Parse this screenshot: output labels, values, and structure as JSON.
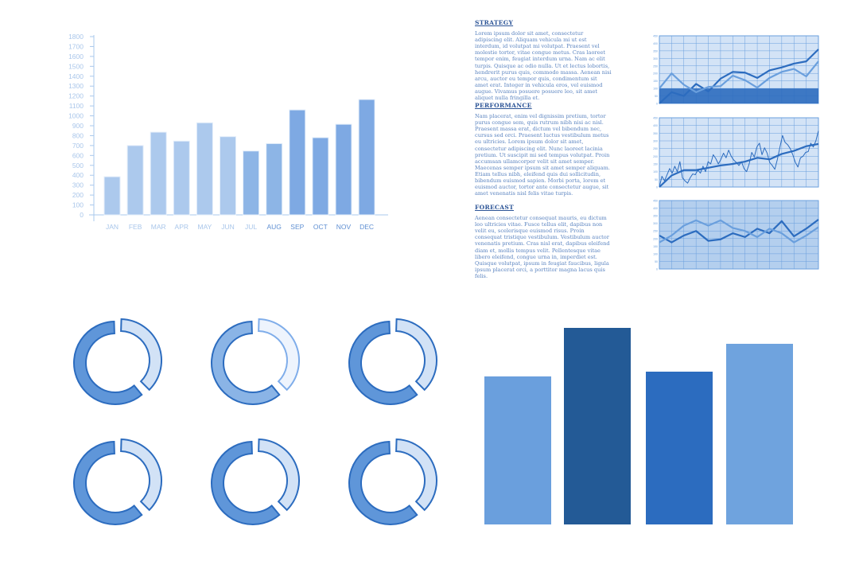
{
  "colors": {
    "light": "#aac8ec",
    "mid": "#6a9fdd",
    "dark": "#2c6cbf",
    "navy": "#235a96",
    "grid": "#6a9fdd",
    "bg": "#d3e3f6",
    "text": "#5b84c0",
    "heading": "#2d5597"
  },
  "text_blocks": [
    {
      "heading": "STRATEGY",
      "body": "Lorem ipsum dolor sit amet, consectetur adipiscing elit. Aliquam vehicula mi ut est interdum, id volutpat mi volutpat. Praesent vel molestie tortor, vitae congue metus. Cras laoreet tempor enim, feugiat interdum urna. Nam ac elit turpis. Quisque ac odio nulla. Ut et lectus lobortis, hendrerit purus quis, commodo massa. Aenean nisi arcu, auctor eu tempor quis, condimentum sit amet erat. Integer in vehicula eros, vel euismod augue. Vivamus posuere posuere leo, sit amet aliquet nulla fringilla et."
    },
    {
      "heading": "PERFORMANCE",
      "body": "Nam placerat, enim vel dignissim pretium, tortor purus congue sem, quis rutrum nibh nisi ac nisl. Praesent massa erat, dictum vel bibendum nec, cursus sed orci. Praesent luctus vestibulum metus eu ultricies. Lorem ipsum dolor sit amet, consectetur adipiscing elit. Nunc laoreet lacinia pretium. Ut suscipit mi sed tempus volutpat. Proin accumsan ullamcorper velit sit amet semper. Maecenas semper ipsum sit amet semper aliquam. Etiam tellus nibh, eleifend quis dui sollicitudin, bibendum euismod sapien. Morbi porta, lorem et euismod auctor, tortor ante consectetur augue, sit amet venenatis nisl felis vitae turpis."
    },
    {
      "heading": "FORECAST",
      "body": "Aenean consectetur consequat mauris, eu dictum leo ultricies vitae. Fusce tellus elit, dapibus non velit eu, scelerisque euismod risus. Proin consequat tristique vestibulum. Vestibulum auctor venenatis pretium. Cras nisl erat, dapibus eleifend diam et, mollis tempus velit. Pellentesque vitae libero eleifend, congue urna in, imperdiet est. Quisque volutpat, ipsum in feugiat faucibus, ligula ipsum placerat orci, a porttitor magna lacus quis felis."
    }
  ],
  "chart_data": [
    {
      "type": "bar",
      "categories": [
        "JAN",
        "FEB",
        "MAR",
        "APR",
        "MAY",
        "JUN",
        "JUL",
        "AUG",
        "SEP",
        "OCT",
        "NOV",
        "DEC"
      ],
      "values": [
        385,
        700,
        835,
        745,
        930,
        790,
        645,
        720,
        1060,
        780,
        915,
        1165
      ],
      "yticks": [
        0,
        100,
        200,
        300,
        400,
        500,
        600,
        700,
        800,
        900,
        1000,
        1100,
        1200,
        1300,
        1400,
        1500,
        1600,
        1700,
        1800
      ],
      "ylim": [
        0,
        1800
      ],
      "grid": false
    },
    {
      "type": "line",
      "ylim": [
        0,
        450
      ],
      "yticks": [
        0,
        50,
        100,
        150,
        200,
        250,
        300,
        350,
        400,
        450
      ],
      "grid": true,
      "band": [
        0,
        100
      ],
      "series": [
        {
          "values": [
            0,
            75,
            50,
            130,
            80,
            165,
            210,
            205,
            170,
            220,
            240,
            265,
            280,
            360
          ]
        },
        {
          "values": [
            100,
            200,
            125,
            75,
            110,
            115,
            185,
            155,
            105,
            170,
            210,
            230,
            180,
            280
          ]
        }
      ]
    },
    {
      "type": "line",
      "ylim": [
        0,
        450
      ],
      "yticks": [
        0,
        50,
        100,
        150,
        200,
        250,
        300,
        350,
        400,
        450
      ],
      "grid": true,
      "series": [
        {
          "values": [
            0,
            75,
            110,
            110,
            125,
            140,
            150,
            165,
            190,
            180,
            215,
            235,
            265,
            280
          ]
        },
        {
          "values": [
            0,
            70,
            40,
            80,
            120,
            90,
            135,
            100,
            165,
            60,
            40,
            25,
            60,
            85,
            80,
            110,
            90,
            135,
            100,
            165,
            150,
            210,
            185,
            150,
            180,
            220,
            190,
            240,
            200,
            175,
            160,
            140,
            165,
            120,
            100,
            150,
            225,
            195,
            260,
            285,
            210,
            255,
            220,
            160,
            140,
            115,
            180,
            260,
            335,
            290,
            275,
            250,
            210,
            160,
            130,
            190,
            200,
            225,
            230,
            285,
            260,
            300,
            365
          ]
        }
      ]
    },
    {
      "type": "line",
      "ylim": [
        0,
        450
      ],
      "yticks": [
        0,
        50,
        100,
        150,
        200,
        250,
        300,
        350,
        400,
        450
      ],
      "grid": true,
      "series": [
        {
          "values": [
            220,
            175,
            220,
            250,
            185,
            195,
            235,
            210,
            265,
            235,
            315,
            215,
            265,
            325
          ]
        },
        {
          "values": [
            175,
            220,
            285,
            320,
            285,
            320,
            270,
            250,
            210,
            265,
            235,
            175,
            220,
            275
          ]
        }
      ]
    },
    {
      "type": "pie",
      "charts": [
        {
          "values": [
            62,
            38
          ]
        },
        {
          "values": [
            62,
            38
          ]
        },
        {
          "values": [
            62,
            38
          ]
        },
        {
          "values": [
            62,
            38
          ]
        },
        {
          "values": [
            62,
            38
          ]
        },
        {
          "values": [
            62,
            38
          ]
        }
      ]
    },
    {
      "type": "bar",
      "values": [
        186,
        247,
        192,
        227
      ],
      "colors": [
        "#6a9fdd",
        "#235a96",
        "#2c6cbf",
        "#6fa3de"
      ]
    }
  ]
}
